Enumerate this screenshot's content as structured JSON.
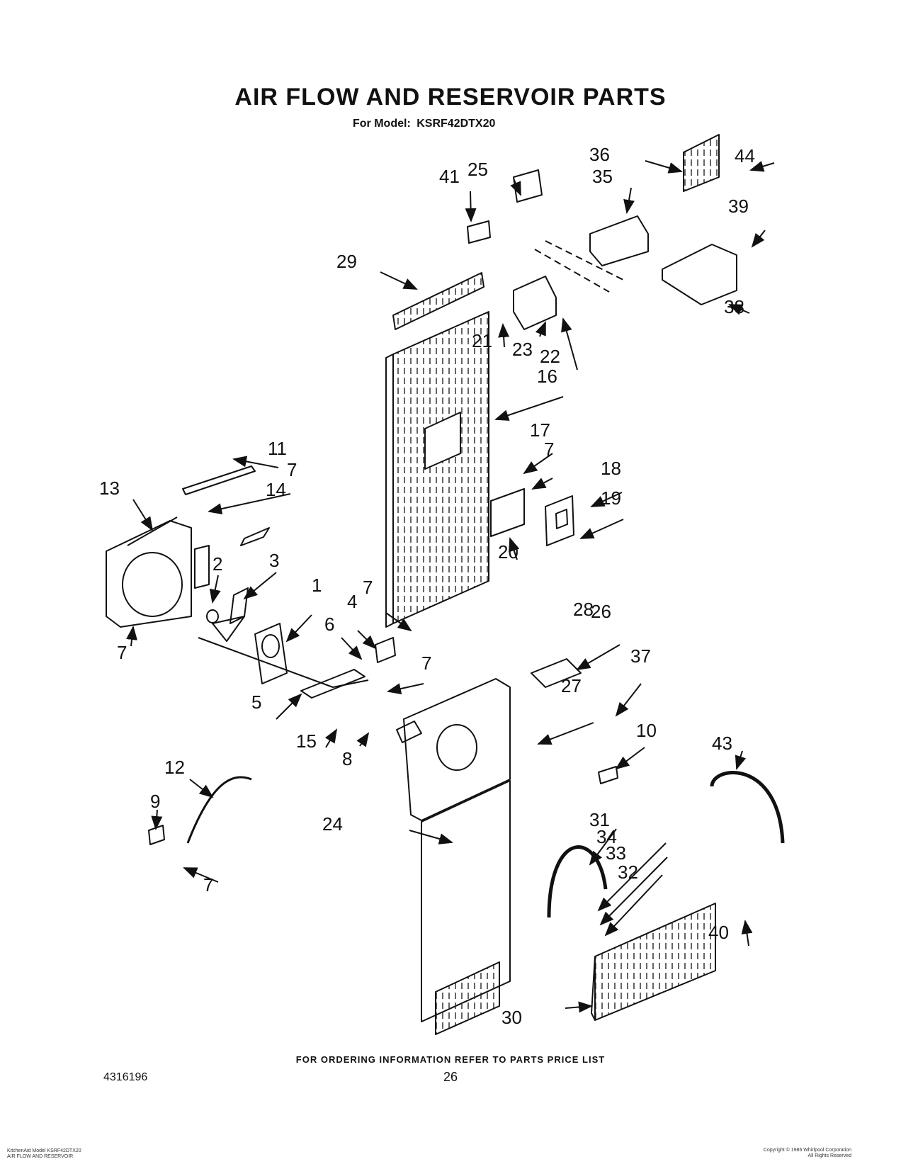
{
  "title": "AIR FLOW AND RESERVOIR PARTS",
  "model_label": "For Model:",
  "model_number": "KSRF42DTX20",
  "footer_note": "FOR ORDERING INFORMATION REFER TO PARTS PRICE LIST",
  "document_number": "4316196",
  "page_number": "26",
  "fine_print_left": [
    "KitchenAid Model KSRF42DTX20",
    "AIR FLOW AND RESERVOIR"
  ],
  "fine_print_right": [
    "Copyright © 1986 Whirlpool Corporation",
    "All Rights Reserved"
  ],
  "callouts": [
    {
      "label": "1"
    },
    {
      "label": "2"
    },
    {
      "label": "3"
    },
    {
      "label": "4"
    },
    {
      "label": "5"
    },
    {
      "label": "6"
    },
    {
      "label": "7"
    },
    {
      "label": "7"
    },
    {
      "label": "7"
    },
    {
      "label": "7"
    },
    {
      "label": "7"
    },
    {
      "label": "7"
    },
    {
      "label": "8"
    },
    {
      "label": "9"
    },
    {
      "label": "10"
    },
    {
      "label": "11"
    },
    {
      "label": "12"
    },
    {
      "label": "13"
    },
    {
      "label": "14"
    },
    {
      "label": "15"
    },
    {
      "label": "16"
    },
    {
      "label": "17"
    },
    {
      "label": "18"
    },
    {
      "label": "19"
    },
    {
      "label": "20"
    },
    {
      "label": "21"
    },
    {
      "label": "22"
    },
    {
      "label": "23"
    },
    {
      "label": "24"
    },
    {
      "label": "25"
    },
    {
      "label": "26"
    },
    {
      "label": "27"
    },
    {
      "label": "28"
    },
    {
      "label": "29"
    },
    {
      "label": "30"
    },
    {
      "label": "31"
    },
    {
      "label": "32"
    },
    {
      "label": "33"
    },
    {
      "label": "34"
    },
    {
      "label": "35"
    },
    {
      "label": "36"
    },
    {
      "label": "37"
    },
    {
      "label": "38"
    },
    {
      "label": "39"
    },
    {
      "label": "40"
    },
    {
      "label": "41"
    },
    {
      "label": "43"
    },
    {
      "label": "44"
    }
  ]
}
